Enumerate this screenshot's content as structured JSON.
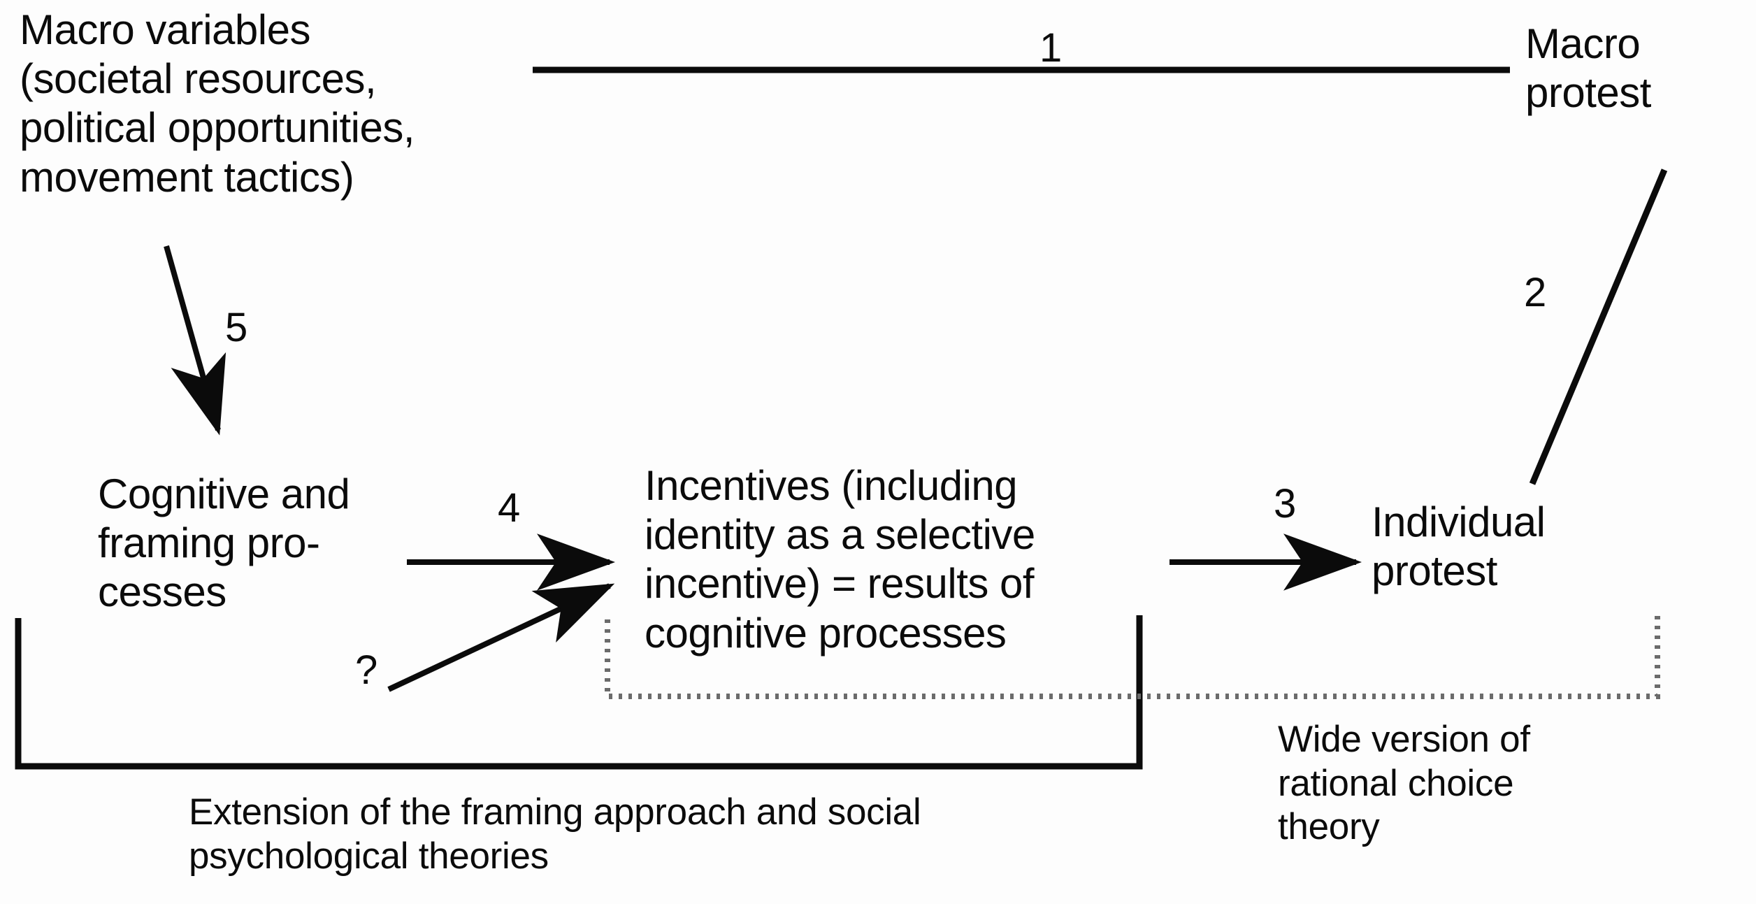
{
  "diagram": {
    "title_nodes": {
      "macro_variables": "Macro variables\n(societal resources,\npolitical opportunities,\nmovement tactics)",
      "macro_protest": "Macro\nprotest",
      "cognitive": "Cognitive and\nframing pro-\ncesses",
      "incentives": "Incentives (including\nidentity as a selective\nincentive) = results of\ncognitive processes",
      "individual": "Individual\nprotest"
    },
    "edge_labels": {
      "one": "1",
      "two": "2",
      "three": "3",
      "four": "4",
      "five": "5",
      "question": "?"
    },
    "captions": {
      "extension": "Extension of the framing approach and social\npsychological theories",
      "wide_version": "Wide version of\nrational choice\ntheory"
    },
    "edges": [
      {
        "id": "1",
        "from": "macro_variables",
        "to": "macro_protest",
        "style": "solid-line",
        "arrow": false
      },
      {
        "id": "2",
        "from": "macro_protest",
        "to": "individual",
        "style": "solid-line",
        "arrow": false
      },
      {
        "id": "3",
        "from": "incentives",
        "to": "individual",
        "style": "solid-arrow",
        "arrow": true
      },
      {
        "id": "4",
        "from": "cognitive",
        "to": "incentives",
        "style": "solid-arrow",
        "arrow": true
      },
      {
        "id": "5",
        "from": "macro_variables",
        "to": "cognitive",
        "style": "solid-arrow",
        "arrow": true
      },
      {
        "id": "?",
        "from": "unspecified",
        "to": "incentives",
        "style": "solid-arrow",
        "arrow": true
      }
    ],
    "brackets": [
      {
        "id": "extension-bracket",
        "style": "solid",
        "label": "extension"
      },
      {
        "id": "wide-version-bracket",
        "style": "dotted",
        "label": "wide_version"
      }
    ],
    "colors": {
      "ink": "#0b0b0b",
      "background": "#fdfdfd"
    }
  }
}
